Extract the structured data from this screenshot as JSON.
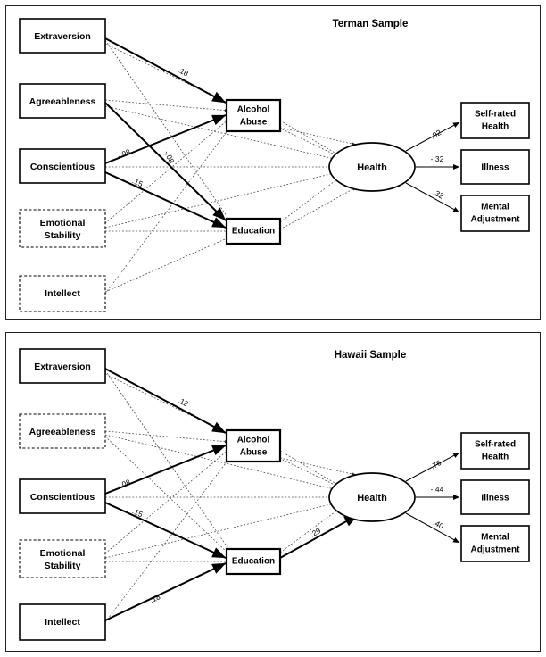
{
  "figure": {
    "title": "Path models of personality, mediators, and health outcomes",
    "panels": [
      {
        "id": "terman",
        "title": "Terman Sample",
        "predictors": [
          {
            "label": "Extraversion",
            "style": "solid"
          },
          {
            "label": "Agreeableness",
            "style": "solid"
          },
          {
            "label": "Conscientious",
            "style": "solid"
          },
          {
            "label": "Emotional\nStability",
            "line1": "Emotional",
            "line2": "Stability",
            "style": "dashed"
          },
          {
            "label": "Intellect",
            "style": "dashed"
          }
        ],
        "mediators": [
          {
            "label": "Alcohol Abuse",
            "line1": "Alcohol",
            "line2": "Abuse",
            "style": "heavy"
          },
          {
            "label": "Education",
            "style": "heavy"
          }
        ],
        "latent": {
          "label": "Health",
          "shape": "ellipse"
        },
        "outcomes": [
          {
            "label": "Self-rated Health",
            "line1": "Self-rated",
            "line2": "Health",
            "style": "solid"
          },
          {
            "label": "Illness",
            "style": "solid"
          },
          {
            "label": "Mental Adjustment",
            "line1": "Mental",
            "line2": "Adjustment",
            "style": "solid"
          }
        ],
        "coefficients": [
          {
            "from": "Extraversion",
            "to": "Alcohol Abuse",
            "value": ".18",
            "significant": true
          },
          {
            "from": "Conscientious",
            "to": "Alcohol Abuse",
            "value": "-.08",
            "significant": true
          },
          {
            "from": "Agreeableness",
            "to": "Education",
            "value": "-.08",
            "significant": true
          },
          {
            "from": "Conscientious",
            "to": "Education",
            "value": ".15",
            "significant": true
          },
          {
            "from": "Health",
            "to": "Self-rated Health",
            "value": ".92",
            "significant": true
          },
          {
            "from": "Health",
            "to": "Illness",
            "value": "-.32",
            "significant": true
          },
          {
            "from": "Health",
            "to": "Mental Adjustment",
            "value": ".32",
            "significant": true
          }
        ]
      },
      {
        "id": "hawaii",
        "title": "Hawaii Sample",
        "predictors": [
          {
            "label": "Extraversion",
            "style": "solid"
          },
          {
            "label": "Agreeableness",
            "style": "dashed"
          },
          {
            "label": "Conscientious",
            "style": "solid"
          },
          {
            "label": "Emotional\nStability",
            "line1": "Emotional",
            "line2": "Stability",
            "style": "dashed"
          },
          {
            "label": "Intellect",
            "style": "solid"
          }
        ],
        "mediators": [
          {
            "label": "Alcohol Abuse",
            "line1": "Alcohol",
            "line2": "Abuse",
            "style": "heavy"
          },
          {
            "label": "Education",
            "style": "heavy"
          }
        ],
        "latent": {
          "label": "Health",
          "shape": "ellipse"
        },
        "outcomes": [
          {
            "label": "Self-rated Health",
            "line1": "Self-rated",
            "line2": "Health",
            "style": "solid"
          },
          {
            "label": "Illness",
            "style": "solid"
          },
          {
            "label": "Mental Adjustment",
            "line1": "Mental",
            "line2": "Adjustment",
            "style": "solid"
          }
        ],
        "coefficients": [
          {
            "from": "Extraversion",
            "to": "Alcohol Abuse",
            "value": ".12",
            "significant": true
          },
          {
            "from": "Conscientious",
            "to": "Alcohol Abuse",
            "value": "-.08",
            "significant": true
          },
          {
            "from": "Conscientious",
            "to": "Education",
            "value": ".15",
            "significant": true
          },
          {
            "from": "Intellect",
            "to": "Education",
            "value": ".18",
            "significant": true
          },
          {
            "from": "Education",
            "to": "Health",
            "value": ".29",
            "significant": true
          },
          {
            "from": "Health",
            "to": "Self-rated Health",
            "value": ".76",
            "significant": true
          },
          {
            "from": "Health",
            "to": "Illness",
            "value": "-.44",
            "significant": true
          },
          {
            "from": "Health",
            "to": "Mental Adjustment",
            "value": ".40",
            "significant": true
          }
        ]
      }
    ],
    "colors": {
      "stroke": "#000000",
      "dotted": "#4a4a4a",
      "background": "#ffffff"
    }
  }
}
